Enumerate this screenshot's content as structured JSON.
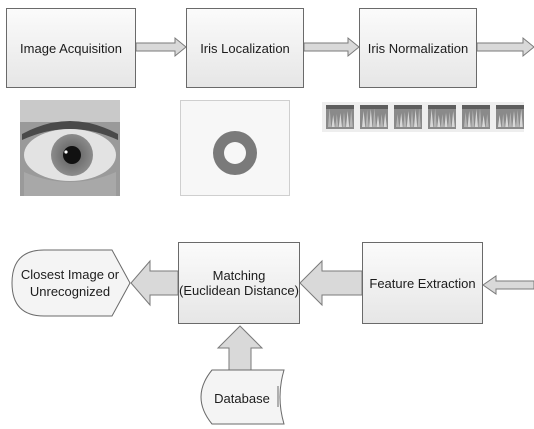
{
  "steps": {
    "image_acquisition": "Image Acquisition",
    "iris_localization": "Iris Localization",
    "iris_normalization": "Iris Normalization",
    "feature_extraction": "Feature Extraction",
    "matching_line1": "Matching",
    "matching_line2": "(Euclidean Distance)",
    "database": "Database",
    "result_line1": "Closest Image or",
    "result_line2": "Unrecognized"
  },
  "illustrations": {
    "eye_photo": "eye-photo",
    "iris_ring": "iris-ring",
    "normalized_strips": "normalized-iris-strips",
    "strip_count": 6
  },
  "colors": {
    "box_fill_top": "#fbfbfb",
    "box_fill_bottom": "#e6e6e6",
    "box_border": "#6a6a6a",
    "arrow_fill": "#d9d9d9",
    "arrow_stroke": "#7a7a7a"
  }
}
